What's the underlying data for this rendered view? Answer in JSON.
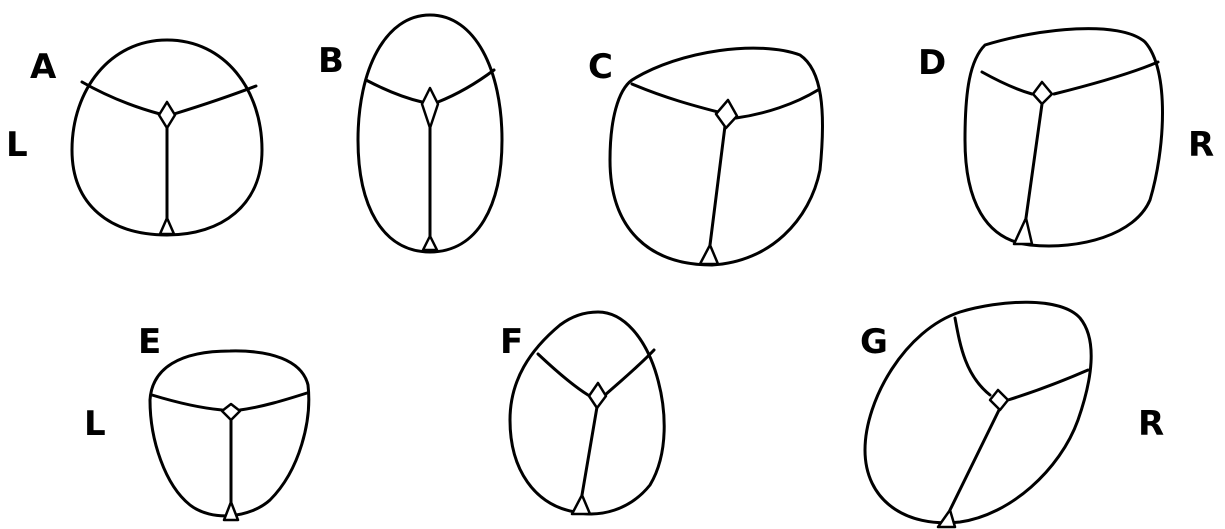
{
  "labels": {
    "A": "A",
    "B": "B",
    "C": "C",
    "D": "D",
    "E": "E",
    "F": "F",
    "G": "G",
    "left_top": "L",
    "right_top": "R",
    "left_bottom": "L",
    "right_bottom": "R"
  }
}
